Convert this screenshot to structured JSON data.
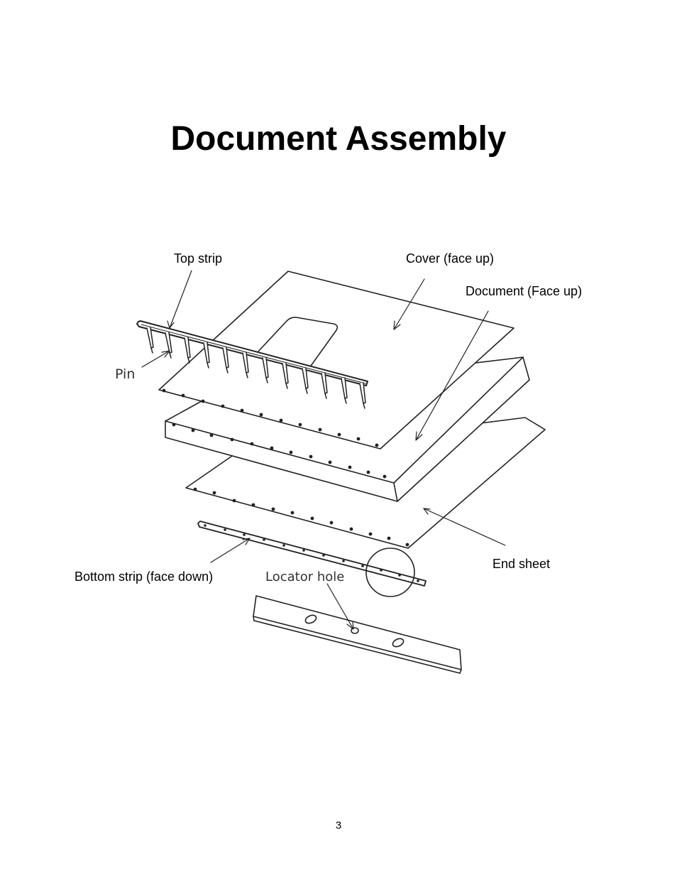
{
  "title": "Document Assembly",
  "labels": {
    "top_strip": "Top strip",
    "cover": "Cover (face up)",
    "document": "Document (Face up)",
    "pin": "Pin",
    "end_sheet": "End sheet",
    "bottom_strip": "Bottom strip (face down)",
    "locator_hole": "Locator hole"
  },
  "page_number": "3"
}
